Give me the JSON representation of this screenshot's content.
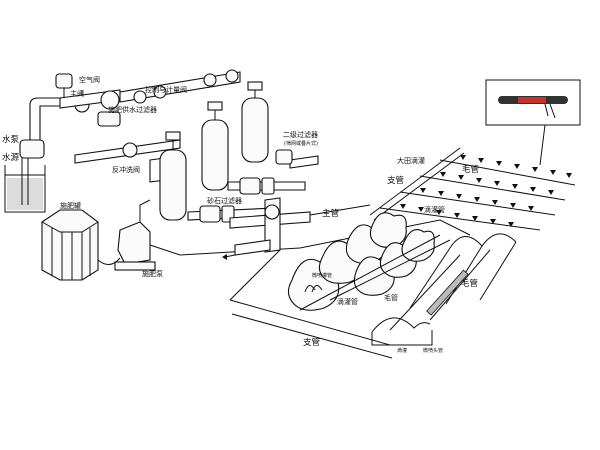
{
  "labels": {
    "air_valve": "空气阀",
    "main_valve": "主阀",
    "control_valve": "控制与计量阀",
    "fert_valve": "施肥供水过滤器",
    "pump": "水泵",
    "water_source": "水源",
    "backwash_valve": "反冲洗阀",
    "fert_tank": "施肥罐",
    "fert_pump": "施肥泵",
    "sand_filter": "砂石过滤器",
    "second_filter": "二级过滤器",
    "second_filter_type": "(筛网或叠片式)",
    "main_pipe": "主管",
    "field_drip": "大田滴灌",
    "branch_pipe_top": "支管",
    "lateral_top": "毛管",
    "drip_pipe_mid": "滴灌管",
    "micro_sprinkler": "微喷灌管",
    "drip_pipe_low": "滴灌管",
    "lateral_low": "毛管",
    "lateral_greenhouse": "毛管",
    "branch_pipe_bottom": "支管",
    "gh_tag_a": "滴灌",
    "gh_tag_b": "微喷头管"
  }
}
